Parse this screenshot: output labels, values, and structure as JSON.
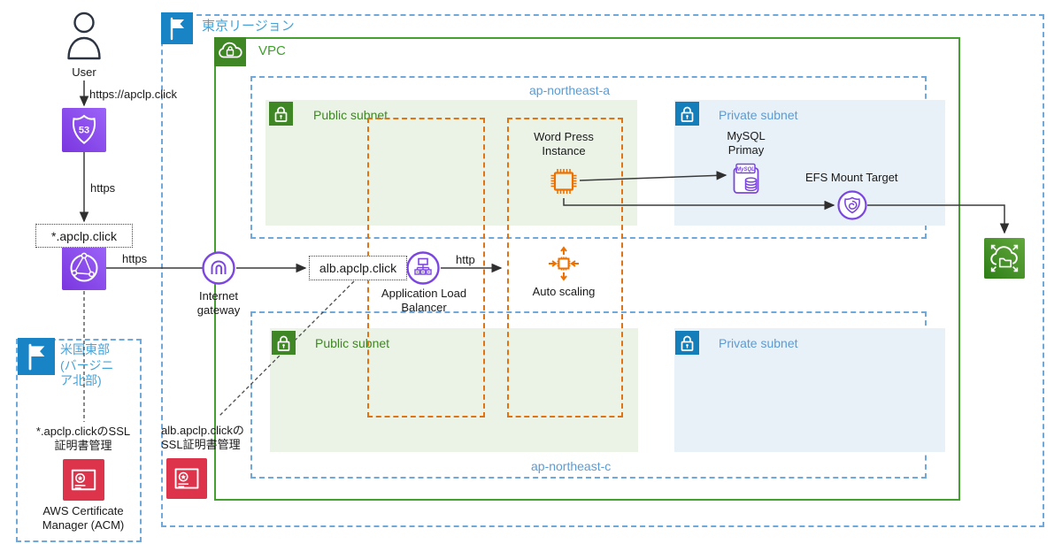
{
  "regions": {
    "tokyo": {
      "label": "東京リージョン"
    },
    "us_east": {
      "label": "米国東部\n(バージニ\nア北部)"
    }
  },
  "vpc": {
    "label": "VPC"
  },
  "azs": {
    "a": "ap-northeast-a",
    "c": "ap-northeast-c"
  },
  "subnets": {
    "public_a": "Public subnet",
    "private_a": "Private subnet",
    "public_c": "Public subnet",
    "private_c": "Private subnet"
  },
  "nodes": {
    "user": "User",
    "dns_cf": "*.apclp.click",
    "dns_alb": "alb.apclp.click",
    "internet_gateway": "Internet\ngateway",
    "alb": "Application Load\nBalancer",
    "auto_scaling": "Auto scaling",
    "wordpress": "Word Press\nInstance",
    "mysql": "MySQL\nPrimay",
    "efs_mount_target": "EFS Mount Target",
    "acm_us_note": "*.apclp.clickのSSL\n証明書管理",
    "acm_us": "AWS Certificate\nManager (ACM)",
    "acm_tokyo_note": "alb.apclp.clickの\nSSL証明書管理"
  },
  "edges": {
    "user_to_r53": "https://apclp.click",
    "r53_to_cf": "https",
    "cf_to_igw": "https",
    "alb_to_asg": "http"
  },
  "badges": {
    "route53": "53",
    "mysql": "MySQL"
  },
  "icons": {
    "user": "user-icon",
    "region_flag": "flag-icon",
    "route53": "route53-icon",
    "cloudfront": "cloudfront-icon",
    "internet_gateway": "internet-gateway-icon",
    "alb": "alb-icon",
    "auto_scaling": "auto-scaling-icon",
    "ec2_instance": "ec2-instance-icon",
    "rds_mysql": "rds-mysql-icon",
    "efs_mount_target": "efs-mount-target-icon",
    "efs": "efs-icon",
    "acm": "acm-icon",
    "vpc": "vpc-cloud-lock-icon",
    "public_subnet": "public-subnet-lock-icon",
    "private_subnet": "private-subnet-lock-icon"
  },
  "colors": {
    "region_flag_blue": "#1883C5",
    "dashed_blue": "#6FA9DC",
    "az_label_blue": "#5B9BD5",
    "region_label_blue": "#45A3D8",
    "vpc_green": "#3F8624",
    "vpc_border_green": "#45A12F",
    "subnet_green_fill": "#EBF3E7",
    "subnet_blue_fill": "#E8F1F8",
    "private_blue": "#147EBA",
    "asg_orange": "#E07414",
    "ec2_orange": "#ED7100",
    "icon_purple": "#8A4BE8",
    "outline_purple": "#7B46E0",
    "acm_red": "#DD344C",
    "efs_green_dark": "#2E7D18",
    "efs_green_light": "#63A93C",
    "arrow_gray": "#3B3B3B"
  }
}
